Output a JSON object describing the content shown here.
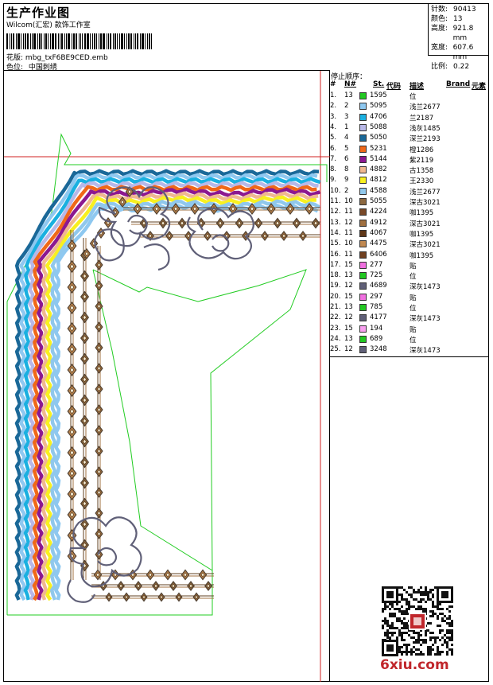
{
  "header": {
    "title": "生产作业图",
    "studio": "Wilcom(汇宏) 款饰工作室",
    "design_label": "花版:",
    "design_value": "mbg_txF6BE9CED.emb",
    "color_label": "色位:",
    "color_value": "中国刺绣"
  },
  "info": [
    {
      "k": "针数:",
      "v": "90413"
    },
    {
      "k": "颜色:",
      "v": "13"
    },
    {
      "k": "高度:",
      "v": "921.8 mm"
    },
    {
      "k": "宽度:",
      "v": "607.6 mm"
    },
    {
      "k": "比例:",
      "v": "0.22"
    }
  ],
  "stops_title": "停止顺序：",
  "columns": {
    "idx": "#",
    "n": "N#",
    "st": "St.",
    "code": "代码",
    "desc": "描述",
    "brand": "Brand",
    "elem": "元素"
  },
  "stops": [
    {
      "idx": "1.",
      "n": "13",
      "code": "1595",
      "desc": "位",
      "color": "#22c822"
    },
    {
      "idx": "2.",
      "n": "2",
      "code": "5095",
      "desc": "浅兰2677",
      "color": "#8ec8f0"
    },
    {
      "idx": "3.",
      "n": "3",
      "code": "4706",
      "desc": "兰2187",
      "color": "#1ab0e0"
    },
    {
      "idx": "4.",
      "n": "1",
      "code": "5088",
      "desc": "浅灰1485",
      "color": "#b8b8e8"
    },
    {
      "idx": "5.",
      "n": "4",
      "code": "5050",
      "desc": "深兰2193",
      "color": "#1a6898"
    },
    {
      "idx": "6.",
      "n": "5",
      "code": "5231",
      "desc": "橙1286",
      "color": "#f06818"
    },
    {
      "idx": "7.",
      "n": "6",
      "code": "5144",
      "desc": "紫2119",
      "color": "#8c1890"
    },
    {
      "idx": "8.",
      "n": "8",
      "code": "4882",
      "desc": "古1358",
      "color": "#f0b890"
    },
    {
      "idx": "9.",
      "n": "9",
      "code": "4812",
      "desc": "王2330",
      "color": "#f8f020"
    },
    {
      "idx": "10.",
      "n": "2",
      "code": "4588",
      "desc": "浅兰2677",
      "color": "#90c8ec"
    },
    {
      "idx": "11.",
      "n": "10",
      "code": "5055",
      "desc": "深古3021",
      "color": "#8c6840"
    },
    {
      "idx": "12.",
      "n": "11",
      "code": "4224",
      "desc": "咖1395",
      "color": "#784828"
    },
    {
      "idx": "13.",
      "n": "12",
      "code": "4912",
      "desc": "深古3021",
      "color": "#a07040"
    },
    {
      "idx": "14.",
      "n": "11",
      "code": "4067",
      "desc": "咖1395",
      "color": "#603818"
    },
    {
      "idx": "15.",
      "n": "10",
      "code": "4475",
      "desc": "深古3021",
      "color": "#c08850"
    },
    {
      "idx": "16.",
      "n": "11",
      "code": "6406",
      "desc": "咖1395",
      "color": "#704020"
    },
    {
      "idx": "17.",
      "n": "15",
      "code": "277",
      "desc": "贴",
      "color": "#f070e0"
    },
    {
      "idx": "18.",
      "n": "13",
      "code": "725",
      "desc": "位",
      "color": "#22c822"
    },
    {
      "idx": "19.",
      "n": "12",
      "code": "4689",
      "desc": "深灰1473",
      "color": "#606078"
    },
    {
      "idx": "20.",
      "n": "15",
      "code": "297",
      "desc": "贴",
      "color": "#f070e0"
    },
    {
      "idx": "21.",
      "n": "13",
      "code": "785",
      "desc": "位",
      "color": "#22c822"
    },
    {
      "idx": "22.",
      "n": "12",
      "code": "4177",
      "desc": "深灰1473",
      "color": "#606078"
    },
    {
      "idx": "23.",
      "n": "15",
      "code": "194",
      "desc": "贴",
      "color": "#f8a0f0"
    },
    {
      "idx": "24.",
      "n": "13",
      "code": "689",
      "desc": "位",
      "color": "#22c822"
    },
    {
      "idx": "25.",
      "n": "12",
      "code": "3248",
      "desc": "深灰1473",
      "color": "#606078"
    }
  ],
  "watermark": "6xiu.com",
  "accent_red": "#c0262b"
}
